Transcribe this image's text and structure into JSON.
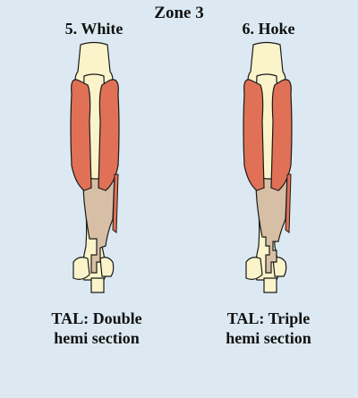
{
  "header": {
    "zone_label": "Zone 3"
  },
  "panels": [
    {
      "title": "5. White",
      "caption_line1": "TAL: Double",
      "caption_line2": "hemi section"
    },
    {
      "title": "6. Hoke",
      "caption_line1": "TAL: Triple",
      "caption_line2": "hemi section"
    }
  ],
  "colors": {
    "background": "#dce9f2",
    "bone": "#fbf4cb",
    "muscle": "#e07156",
    "tendon": "#d6bfa5",
    "outline": "#1a1a1a"
  }
}
